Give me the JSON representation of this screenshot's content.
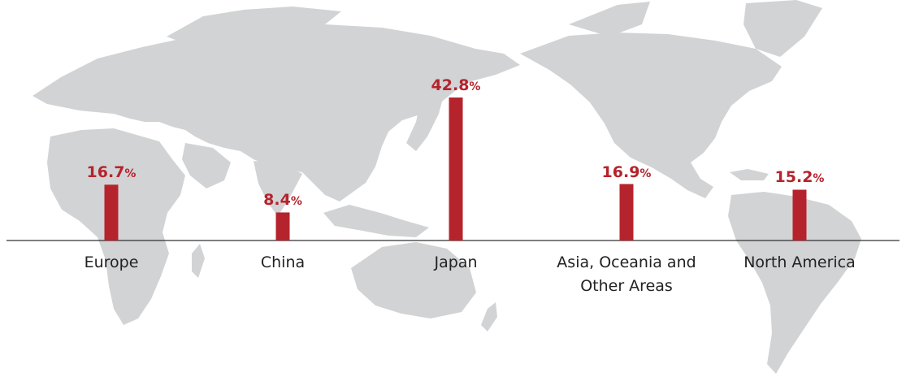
{
  "colors": {
    "bar": "#b5242c",
    "map": "#d2d3d5",
    "axis": "#333333",
    "category_text": "#222222"
  },
  "chart_data": {
    "type": "bar",
    "categories": [
      "Europe",
      "China",
      "Japan",
      "Asia, Oceania and Other Areas",
      "North America"
    ],
    "values": [
      16.7,
      8.4,
      42.8,
      16.9,
      15.2
    ],
    "unit": "%",
    "title": "",
    "xlabel": "",
    "ylabel": "",
    "ylim": [
      0,
      50
    ],
    "grid": false,
    "legend": "none",
    "background": "world map"
  }
}
